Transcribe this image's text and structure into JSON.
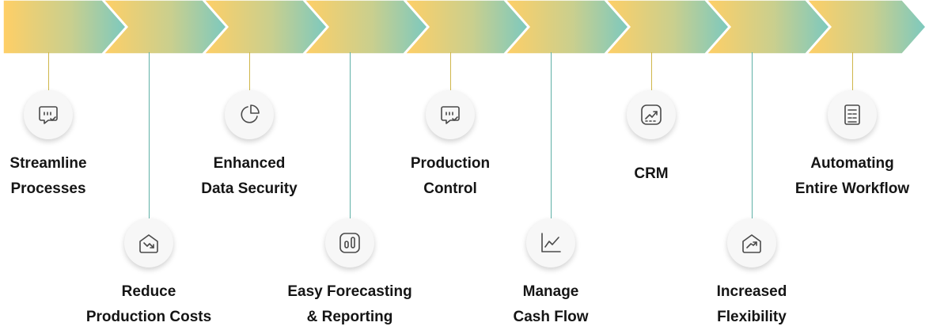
{
  "steps": [
    {
      "line1": "Streamline",
      "line2": "Processes",
      "icon": "chat-check-icon"
    },
    {
      "line1": "Reduce",
      "line2": "Production Costs",
      "icon": "home-trend-down-icon"
    },
    {
      "line1": "Enhanced",
      "line2": "Data Security",
      "icon": "pie-chart-icon"
    },
    {
      "line1": "Easy Forecasting",
      "line2": "& Reporting",
      "icon": "bar-chart-icon"
    },
    {
      "line1": "Production",
      "line2": "Control",
      "icon": "chat-check-icon"
    },
    {
      "line1": "Manage",
      "line2": "Cash Flow",
      "icon": "line-graph-icon"
    },
    {
      "line1": "CRM",
      "line2": "",
      "icon": "trend-up-box-icon"
    },
    {
      "line1": "Increased",
      "line2": "Flexibility",
      "icon": "home-trend-up-icon"
    },
    {
      "line1": "Automating",
      "line2": "Entire Workflow",
      "icon": "document-icon"
    }
  ],
  "colors": {
    "gradient_start": "#ffcf66",
    "gradient_mid": "#c9cf8e",
    "gradient_end": "#7cc9bf",
    "connector_top": "#cfb64a",
    "connector_bottom": "#5fb0a6",
    "icon_stroke": "#4a4a4a",
    "label_text": "#151515"
  }
}
